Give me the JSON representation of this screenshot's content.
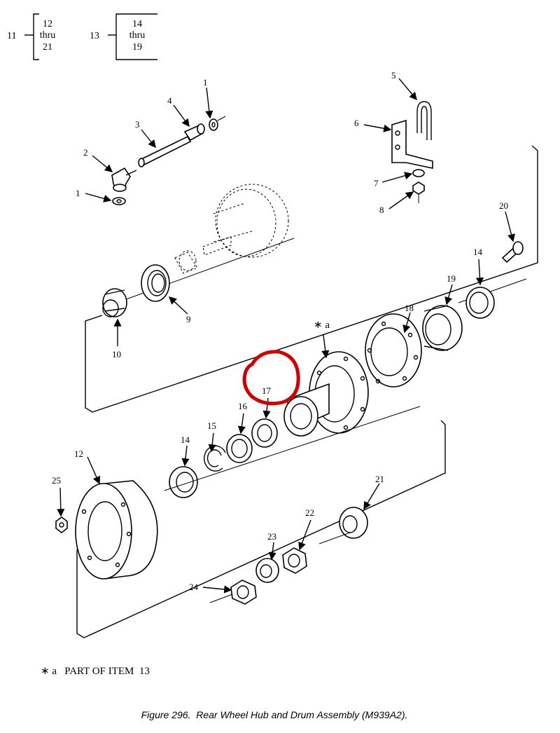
{
  "ref_boxes": [
    {
      "pointer": "11",
      "lines": [
        "12",
        "thru",
        "21"
      ]
    },
    {
      "pointer": "13",
      "lines": [
        "14",
        "thru",
        "19"
      ]
    }
  ],
  "callouts": {
    "c1a": "1",
    "c1b": "1",
    "c2": "2",
    "c3": "3",
    "c4": "4",
    "c5": "5",
    "c6": "6",
    "c7": "7",
    "c8": "8",
    "c9": "9",
    "c10": "10",
    "c12": "12",
    "c14a": "14",
    "c14b": "14",
    "c15": "15",
    "c16": "16",
    "c17": "17",
    "c18": "18",
    "c19": "19",
    "c20": "20",
    "c21": "21",
    "c22": "22",
    "c23": "23",
    "c24": "24",
    "c25": "25"
  },
  "marker_a": "∗ a",
  "footnote": "∗ a   PART OF ITEM  13",
  "caption": "Figure 296.  Rear Wheel Hub and Drum Assembly (M939A2).",
  "highlight_color": "#cc0000"
}
